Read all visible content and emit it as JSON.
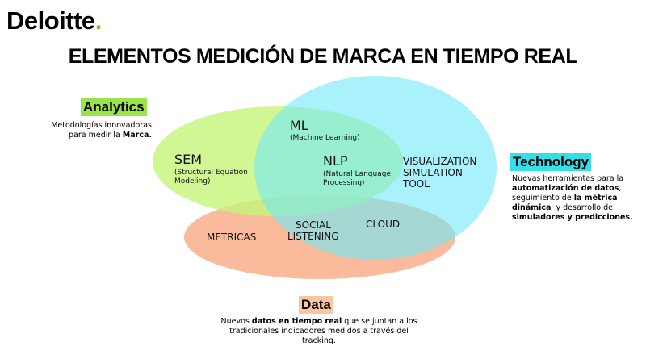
{
  "logo": {
    "text": "Deloitte",
    "dot": ".",
    "dot_color": "#86bc25"
  },
  "title": "ELEMENTOS MEDICIÓN DE MARCA EN TIEMPO REAL",
  "colors": {
    "analytics": "#c6f57a",
    "technology": "#6fe9f9",
    "data": "#f7a47a",
    "analytics_tag_bg": "#9ae34a",
    "technology_tag_bg": "#33dfe8",
    "data_tag_bg": "#f9c8a3"
  },
  "analytics": {
    "tag": "Analytics",
    "desc_line1": "Metodologías innovadoras",
    "desc_line2_a": "para medir la ",
    "desc_line2_b": "Marca."
  },
  "technology": {
    "tag": "Technology",
    "l1": "Nuevas herramientas para la",
    "l2_b": "automatización de datos",
    "l2_c": ",",
    "l3_a": "seguimiento de ",
    "l3_b": "la métrica",
    "l4_b": "dinámica",
    "l4_c": "  y desarrollo de",
    "l5_b": "simuladores  y predicciones."
  },
  "data": {
    "tag": "Data",
    "l1_a": "Nuevos ",
    "l1_b": "datos en tiempo  real",
    "l1_c": " que se juntan a los",
    "l2": "tradicionales indicadores medidos a través del",
    "l3": "tracking."
  },
  "venn": {
    "ml": "ML",
    "ml_sub": "(Machine Learning)",
    "sem": "SEM",
    "sem_sub1": "(Structural Equation",
    "sem_sub2": "Modeling)",
    "nlp": "NLP",
    "nlp_sub1": "(Natural Language",
    "nlp_sub2": "Processing)",
    "viz1": "VISUALIZATION",
    "viz2": "SIMULATION",
    "viz3": "TOOL",
    "metricas": "METRICAS",
    "social1": "SOCIAL",
    "social2": "LISTENING",
    "cloud": "CLOUD"
  }
}
